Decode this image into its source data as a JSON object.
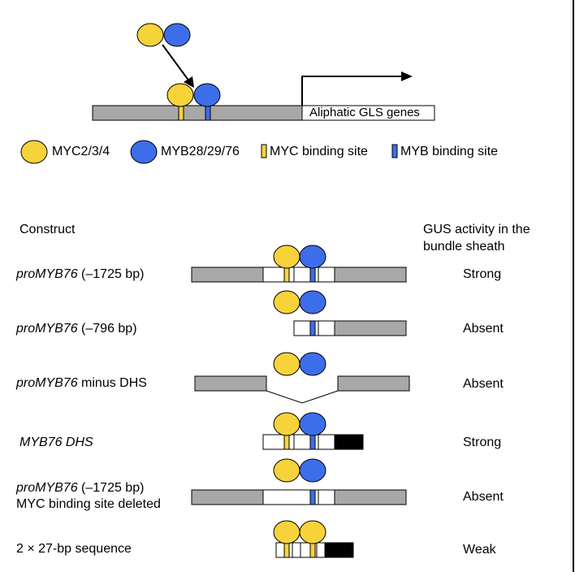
{
  "colors": {
    "myc": "#F6D33A",
    "myb": "#3D6EEA",
    "grey": "#A8A8A8",
    "black": "#000000",
    "white": "#FFFFFF"
  },
  "top": {
    "gene_label": "Aliphatic GLS genes"
  },
  "legend": {
    "myc": "MYC2/3/4",
    "myb": "MYB28/29/76",
    "myc_site": "MYC binding site",
    "myb_site": "MYB binding site"
  },
  "headers": {
    "construct": "Construct",
    "gus_line1": "GUS activity in the",
    "gus_line2": "bundle sheath"
  },
  "rows": [
    {
      "name_italic": "proMYB76",
      "name_rest": " (–1725 bp)",
      "line2": "",
      "activity": "Strong"
    },
    {
      "name_italic": "proMYB76",
      "name_rest": " (–796 bp)",
      "line2": "",
      "activity": "Absent"
    },
    {
      "name_italic": "proMYB76",
      "name_rest": " minus DHS",
      "line2": "",
      "activity": "Absent"
    },
    {
      "name_italic": "MYB76 DHS",
      "name_rest": "",
      "line2": "",
      "activity": "Strong"
    },
    {
      "name_italic": "proMYB76",
      "name_rest": " (–1725 bp)",
      "line2": "MYC binding site deleted",
      "activity": "Absent"
    },
    {
      "name_italic": "",
      "name_rest": "2 × 27-bp sequence",
      "line2": "",
      "activity": "Weak"
    }
  ]
}
